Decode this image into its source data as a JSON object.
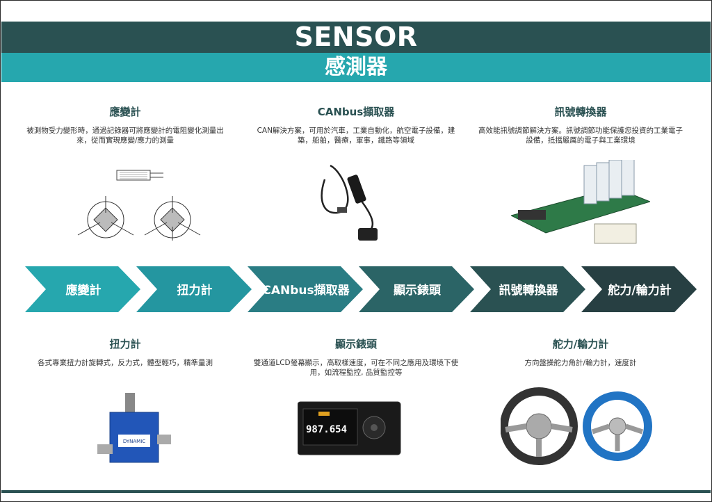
{
  "header": {
    "title_en": "SENSOR",
    "title_zh": "感測器"
  },
  "products_top": [
    {
      "title": "應變計",
      "desc": "被測物受力變形時，通過記錄器可將應變計的電阻變化測量出來，從而實現應變/應力的測量"
    },
    {
      "title": "CANbus擷取器",
      "desc": "CAN解決方案，可用於汽車，工業自動化，航空電子設備，建築，船舶，醫療，軍事，鐵路等領域"
    },
    {
      "title": "訊號轉換器",
      "desc": "高效能訊號調節解決方案。訊號調節功能保護您投資的工業電子設備，抵擋嚴厲的電子與工業環境"
    }
  ],
  "flow": [
    {
      "label": "應變計",
      "color": "#26a7ae"
    },
    {
      "label": "扭力計",
      "color": "#2496a0"
    },
    {
      "label": "CANbus擷取器",
      "color": "#2a7d84"
    },
    {
      "label": "顯示錶頭",
      "color": "#2b6466"
    },
    {
      "label": "訊號轉換器",
      "color": "#2a5152"
    },
    {
      "label": "舵力/輪力計",
      "color": "#273f42"
    }
  ],
  "products_bottom": [
    {
      "title": "扭力計",
      "desc": "各式專業扭力計旋轉式，反力式，體型輕巧，精準量測"
    },
    {
      "title": "顯示錶頭",
      "desc": "雙通道LCD螢幕顯示，高取樣速度，可在不同之應用及環境下使用，如流程監控, 品質監控等"
    },
    {
      "title": "舵力/輪力計",
      "desc": "方向盤操舵力角計/輪力計，速度計"
    }
  ],
  "images": {
    "display_reading": "987.654",
    "torque_brand": "DYNAMIC"
  }
}
